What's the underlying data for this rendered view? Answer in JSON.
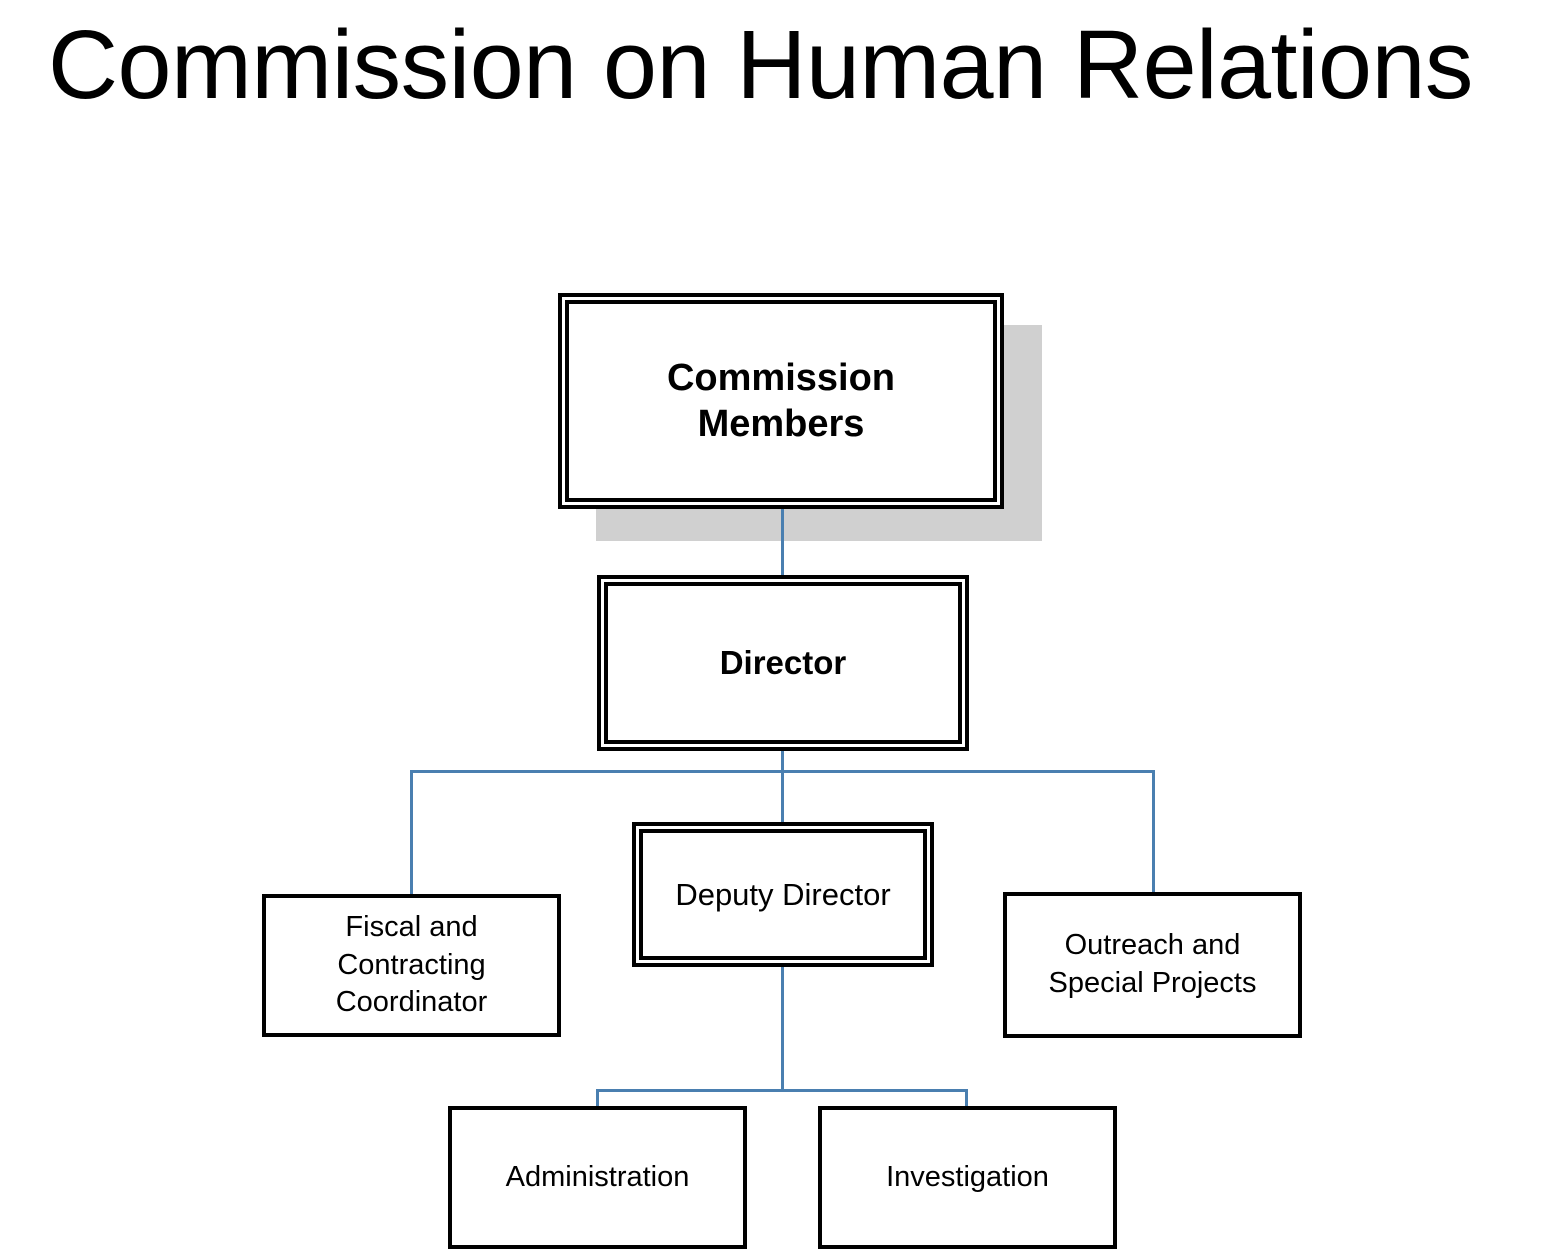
{
  "page": {
    "title": "Commission on Human Relations",
    "background_color": "#ffffff"
  },
  "theme": {
    "connector_color": "#4a7fb0",
    "box_border_color": "#000000",
    "box_fill_color": "#ffffff",
    "shadow_color": "#d0d0d0",
    "text_color": "#000000"
  },
  "chart_data": {
    "type": "org-chart",
    "title": "Commission on Human Relations",
    "nodes": [
      {
        "id": "commission-members",
        "label": "Commission\nMembers",
        "bold": true,
        "border": "double",
        "has_shadow": true,
        "level": 0
      },
      {
        "id": "director",
        "label": "Director",
        "bold": true,
        "border": "double",
        "has_shadow": false,
        "level": 1
      },
      {
        "id": "fiscal",
        "label": "Fiscal and\nContracting\nCoordinator",
        "bold": false,
        "border": "single",
        "has_shadow": false,
        "level": 2
      },
      {
        "id": "deputy-director",
        "label": "Deputy Director",
        "bold": false,
        "border": "double",
        "has_shadow": false,
        "level": 2
      },
      {
        "id": "outreach",
        "label": "Outreach and\nSpecial Projects",
        "bold": false,
        "border": "single",
        "has_shadow": false,
        "level": 2
      },
      {
        "id": "administration",
        "label": "Administration",
        "bold": false,
        "border": "single",
        "has_shadow": false,
        "level": 3
      },
      {
        "id": "investigation",
        "label": "Investigation",
        "bold": false,
        "border": "single",
        "has_shadow": false,
        "level": 3
      }
    ],
    "edges": [
      {
        "from": "commission-members",
        "to": "director"
      },
      {
        "from": "director",
        "to": "fiscal"
      },
      {
        "from": "director",
        "to": "deputy-director"
      },
      {
        "from": "director",
        "to": "outreach"
      },
      {
        "from": "deputy-director",
        "to": "administration"
      },
      {
        "from": "deputy-director",
        "to": "investigation"
      }
    ]
  },
  "nodes": {
    "commission_members": {
      "label": "Commission\nMembers"
    },
    "director": {
      "label": "Director"
    },
    "fiscal": {
      "label": "Fiscal and\nContracting\nCoordinator"
    },
    "deputy_director": {
      "label": "Deputy Director"
    },
    "outreach": {
      "label": "Outreach and\nSpecial Projects"
    },
    "administration": {
      "label": "Administration"
    },
    "investigation": {
      "label": "Investigation"
    }
  }
}
